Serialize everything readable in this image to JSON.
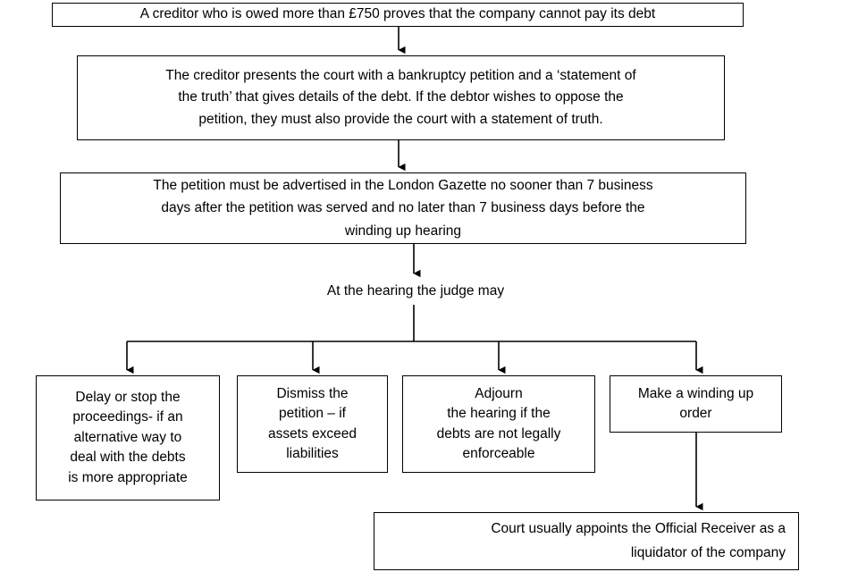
{
  "diagram": {
    "title": "Winding up petition court process flowchart",
    "background_color": "#ffffff",
    "line_color": "#000000",
    "text_color": "#000000",
    "nodes": {
      "creditor_owed": "A creditor who is owed more than £750 proves that the company cannot pay its debt",
      "petition_filed": "The creditor presents the court with a bankruptcy petition and a ‘statement of\nthe truth’ that gives details of the debt.  If the debtor wishes to oppose the\npetition, they must also provide the court with a statement of truth.",
      "advertise": "The petition must be advertised in the London Gazette no sooner than 7 business\ndays after the petition was served and no later than 7 business days before the\nwinding up hearing",
      "hearing_judge": "At the hearing the judge may",
      "option_delay_stop": "Delay or stop the\nproceedings- if an\nalternative way to\ndeal with the debts\nis more appropriate",
      "option_dismiss": "Dismiss the\npetition – if\nassets exceed\nliabilities",
      "option_adjourn": "Adjourn\nthe hearing if the\ndebts are not legally\nenforceable",
      "option_winding_order": "Make a winding up\norder",
      "official_receiver": "Court usually appoints the Official Receiver as a\nliquidator of the company"
    },
    "edges": [
      {
        "from": "creditor_owed",
        "to": "petition_filed",
        "type": "arrow-down"
      },
      {
        "from": "petition_filed",
        "to": "advertise",
        "type": "arrow-down"
      },
      {
        "from": "advertise",
        "to": "hearing_judge",
        "type": "arrow-down"
      },
      {
        "from": "hearing_judge",
        "to": "option_delay_stop",
        "type": "branch-arrow-down"
      },
      {
        "from": "hearing_judge",
        "to": "option_dismiss",
        "type": "branch-arrow-down"
      },
      {
        "from": "hearing_judge",
        "to": "option_adjourn",
        "type": "branch-arrow-down"
      },
      {
        "from": "hearing_judge",
        "to": "option_winding_order",
        "type": "branch-arrow-down"
      },
      {
        "from": "option_winding_order",
        "to": "official_receiver",
        "type": "arrow-down"
      }
    ]
  }
}
